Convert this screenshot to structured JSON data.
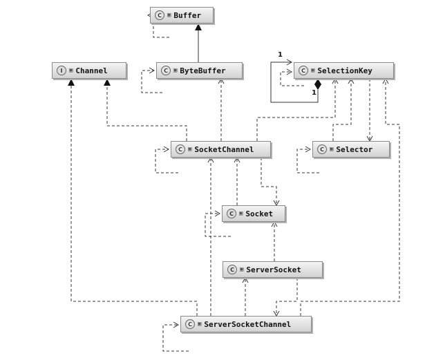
{
  "nodes": {
    "buffer": {
      "name": "Buffer",
      "kind": "abstract-class",
      "kind_glyph": "C"
    },
    "channel": {
      "name": "Channel",
      "kind": "interface",
      "kind_glyph": "I"
    },
    "bytebuffer": {
      "name": "ByteBuffer",
      "kind": "abstract-class",
      "kind_glyph": "C"
    },
    "selectionkey": {
      "name": "SelectionKey",
      "kind": "abstract-class",
      "kind_glyph": "C"
    },
    "socketchannel": {
      "name": "SocketChannel",
      "kind": "abstract-class",
      "kind_glyph": "C"
    },
    "selector": {
      "name": "Selector",
      "kind": "abstract-class",
      "kind_glyph": "C"
    },
    "socket": {
      "name": "Socket",
      "kind": "class",
      "kind_glyph": "C"
    },
    "serversocket": {
      "name": "ServerSocket",
      "kind": "class",
      "kind_glyph": "C"
    },
    "serversocketchannel": {
      "name": "ServerSocketChannel",
      "kind": "abstract-class",
      "kind_glyph": "C"
    }
  },
  "multiplicity": {
    "left": "1",
    "right": "1"
  },
  "icons": {
    "class_badge": "class-badge-icon",
    "lock": "lock-icon"
  },
  "colors": {
    "line": "#333333",
    "node_border": "#8a8a8a",
    "node_fill_top": "#f4f4f4",
    "node_fill_bottom": "#d2d2d2"
  }
}
